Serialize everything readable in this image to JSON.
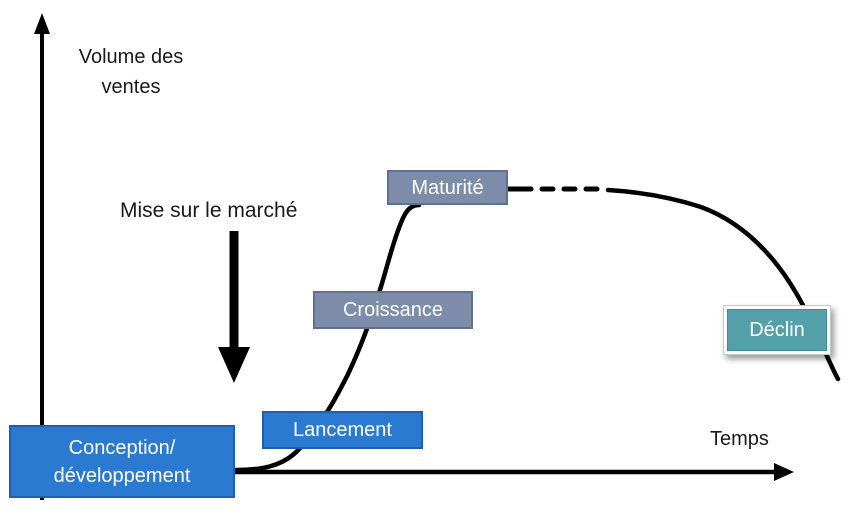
{
  "diagram": {
    "kind": "product-lifecycle-curve",
    "axes": {
      "y_label": "Volume des\nventes",
      "x_label": "Temps"
    },
    "annotation": {
      "text": "Mise sur le marché"
    },
    "stages": [
      {
        "id": "conception",
        "label": "Conception/\ndéveloppement",
        "fill": "#2B7AD2",
        "border": "#1E5FAF",
        "text_color": "#FFFFFF"
      },
      {
        "id": "lancement",
        "label": "Lancement",
        "fill": "#2B7AD2",
        "border": "#1E5FAF",
        "text_color": "#FFFFFF"
      },
      {
        "id": "croissance",
        "label": "Croissance",
        "fill": "#7D8DA9",
        "border": "#5F7193",
        "text_color": "#FFFFFF"
      },
      {
        "id": "maturite",
        "label": "Maturité",
        "fill": "#7D8DA9",
        "border": "#5F7193",
        "text_color": "#FFFFFF"
      },
      {
        "id": "declin",
        "label": "Déclin",
        "fill": "#54A0AA",
        "border": "#3E8C97",
        "text_color": "#FFFFFF"
      }
    ],
    "colors": {
      "curve": "#000000",
      "axis": "#000000",
      "background": "#FFFFFF"
    }
  }
}
